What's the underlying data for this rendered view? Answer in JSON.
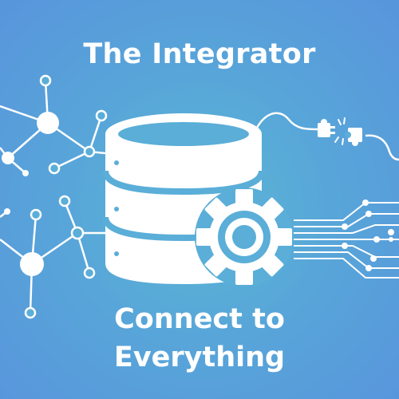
{
  "title": "The Integrator",
  "tagline": {
    "line1": "Connect to",
    "line2": "Everything"
  },
  "icons": [
    "network-graph-icon",
    "database-icon",
    "gear-icon",
    "plug-connector-icon",
    "circuit-lines-icon"
  ],
  "colors": {
    "background_center": "#5ab7d2",
    "background_edge": "#5895dc",
    "foreground": "#ffffff"
  }
}
